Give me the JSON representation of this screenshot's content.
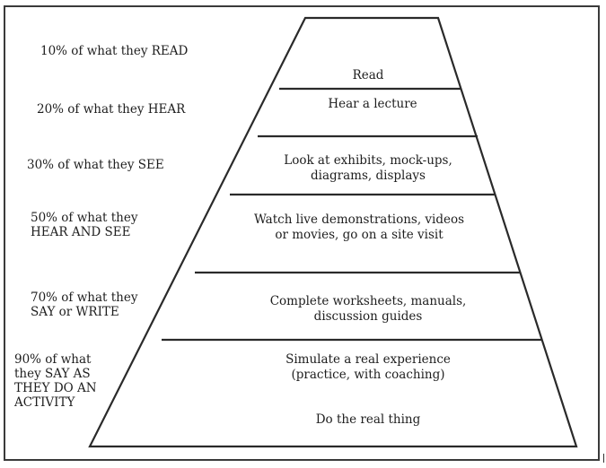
{
  "retention_labels": [
    "10% of what they READ",
    "20% of what they HEAR",
    "30% of what they SEE",
    "50% of what they\nHEAR AND SEE",
    "70% of what they\nSAY or WRITE",
    "90% of what\nthey SAY AS\nTHEY DO AN\nACTIVITY"
  ],
  "tiers": [
    "Read",
    "Hear a lecture",
    "Look at exhibits, mock-ups,\ndiagrams, displays",
    "Watch live demonstrations, videos\nor movies, go on a site visit",
    "Complete worksheets, manuals,\ndiscussion guides",
    "Simulate a real experience\n(practice, with coaching)",
    "Do the real thing"
  ],
  "colors": {
    "line": "#2a2a2a",
    "text": "#1e1e1e",
    "background": "#ffffff"
  }
}
